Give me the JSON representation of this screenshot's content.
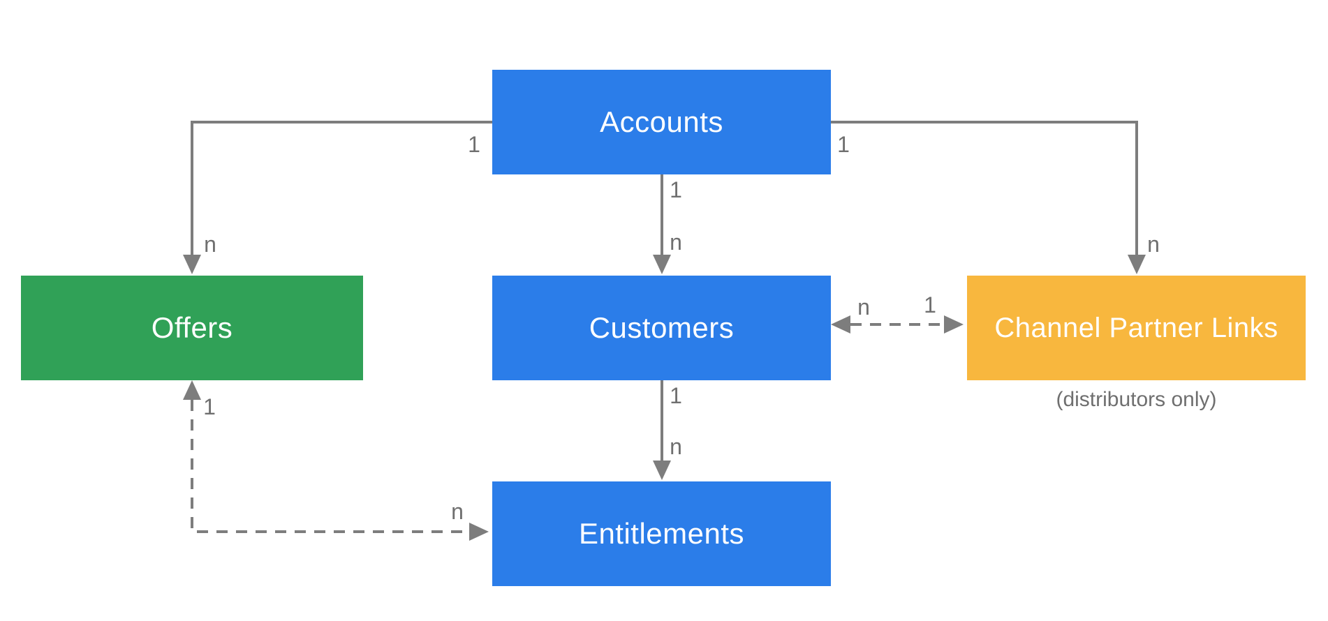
{
  "diagram": {
    "background": "#ffffff",
    "colors": {
      "line": "#7d7d7d",
      "edge_label": "#6f6f6f",
      "note": "#6f6f6f",
      "blue": "#2b7de9",
      "green": "#30a157",
      "yellow": "#f8b73e",
      "white": "#ffffff"
    },
    "nodes": {
      "accounts": {
        "label": "Accounts",
        "fill": "#2b7de9",
        "text_color": "#ffffff"
      },
      "offers": {
        "label": "Offers",
        "fill": "#30a157",
        "text_color": "#ffffff"
      },
      "customers": {
        "label": "Customers",
        "fill": "#2b7de9",
        "text_color": "#ffffff"
      },
      "channel_partner_links": {
        "label": "Channel Partner Links",
        "fill": "#f8b73e",
        "text_color": "#ffffff",
        "note": "(distributors only)"
      },
      "entitlements": {
        "label": "Entitlements",
        "fill": "#2b7de9",
        "text_color": "#ffffff"
      }
    },
    "edges": [
      {
        "from": "Accounts",
        "to": "Offers",
        "from_label": "1",
        "to_label": "n",
        "line": "solid",
        "direction": "one-way"
      },
      {
        "from": "Accounts",
        "to": "Customers",
        "from_label": "1",
        "to_label": "n",
        "line": "solid",
        "direction": "one-way"
      },
      {
        "from": "Accounts",
        "to": "Channel Partner Links",
        "from_label": "1",
        "to_label": "n",
        "line": "solid",
        "direction": "one-way"
      },
      {
        "from": "Customers",
        "to": "Channel Partner Links",
        "from_label": "n",
        "to_label": "1",
        "line": "dashed",
        "direction": "two-way"
      },
      {
        "from": "Offers",
        "to": "Entitlements",
        "from_label": "1",
        "to_label": "n",
        "line": "dashed",
        "direction": "two-way"
      },
      {
        "from": "Customers",
        "to": "Entitlements",
        "from_label": "1",
        "to_label": "n",
        "line": "solid",
        "direction": "one-way"
      }
    ]
  }
}
